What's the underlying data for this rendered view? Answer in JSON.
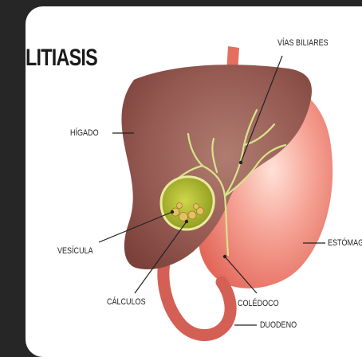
{
  "title": "LITIASIS",
  "labels": {
    "vias_biliares": "VÍAS BILIARES",
    "higado": "HÍGADO",
    "vesicula": "VESÍCULA",
    "estomago": "ESTÓMAGO",
    "calculos": "CÁLCULOS",
    "coledoco": "COLÉDOCO",
    "duodeno": "DUODENO"
  },
  "colors": {
    "background": "#262626",
    "card": "#ffffff",
    "liver": "#8e4f48",
    "stomach": "#e9786c",
    "bile_ducts": "#d8e48a",
    "gallbladder": "#b5c232"
  }
}
